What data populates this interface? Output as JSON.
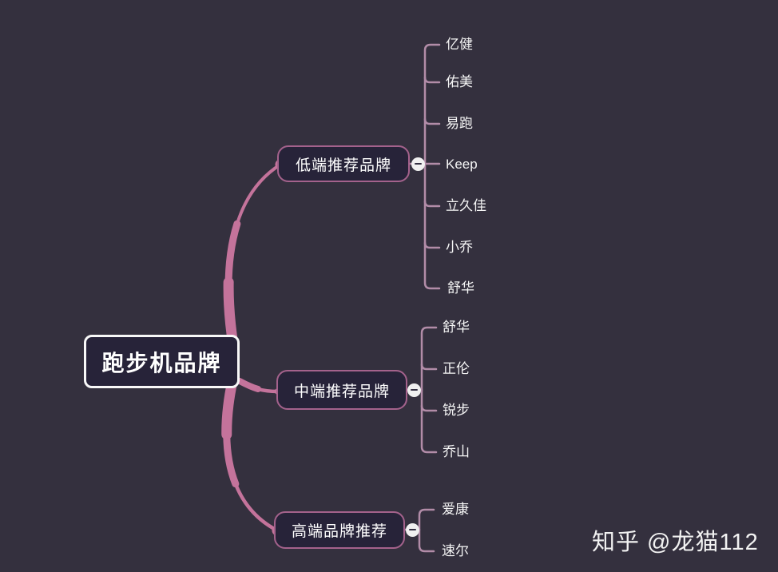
{
  "root": {
    "label": "跑步机品牌"
  },
  "branches": [
    {
      "label": "低端推荐品牌",
      "collapse_icon": "minus",
      "children": [
        "亿健",
        "佑美",
        "易跑",
        "Keep",
        "立久佳",
        "小乔",
        "舒华"
      ]
    },
    {
      "label": "中端推荐品牌",
      "collapse_icon": "minus",
      "children": [
        "舒华",
        "正伦",
        "锐步",
        "乔山"
      ]
    },
    {
      "label": "高端品牌推荐",
      "collapse_icon": "minus",
      "children": [
        "爱康",
        "速尔"
      ]
    }
  ],
  "watermark": "知乎 @龙猫112",
  "colors": {
    "background": "#34303E",
    "main_branch_line": "#C4739B",
    "child_line": "#B28CA8",
    "branch_node_border": "#A4628C",
    "node_fill": "#272339",
    "root_node_border": "#F8F8F8",
    "text": "#FFFFFF",
    "collapse_button_fill": "#F0F0F0",
    "collapse_button_glyph": "#332F41"
  }
}
